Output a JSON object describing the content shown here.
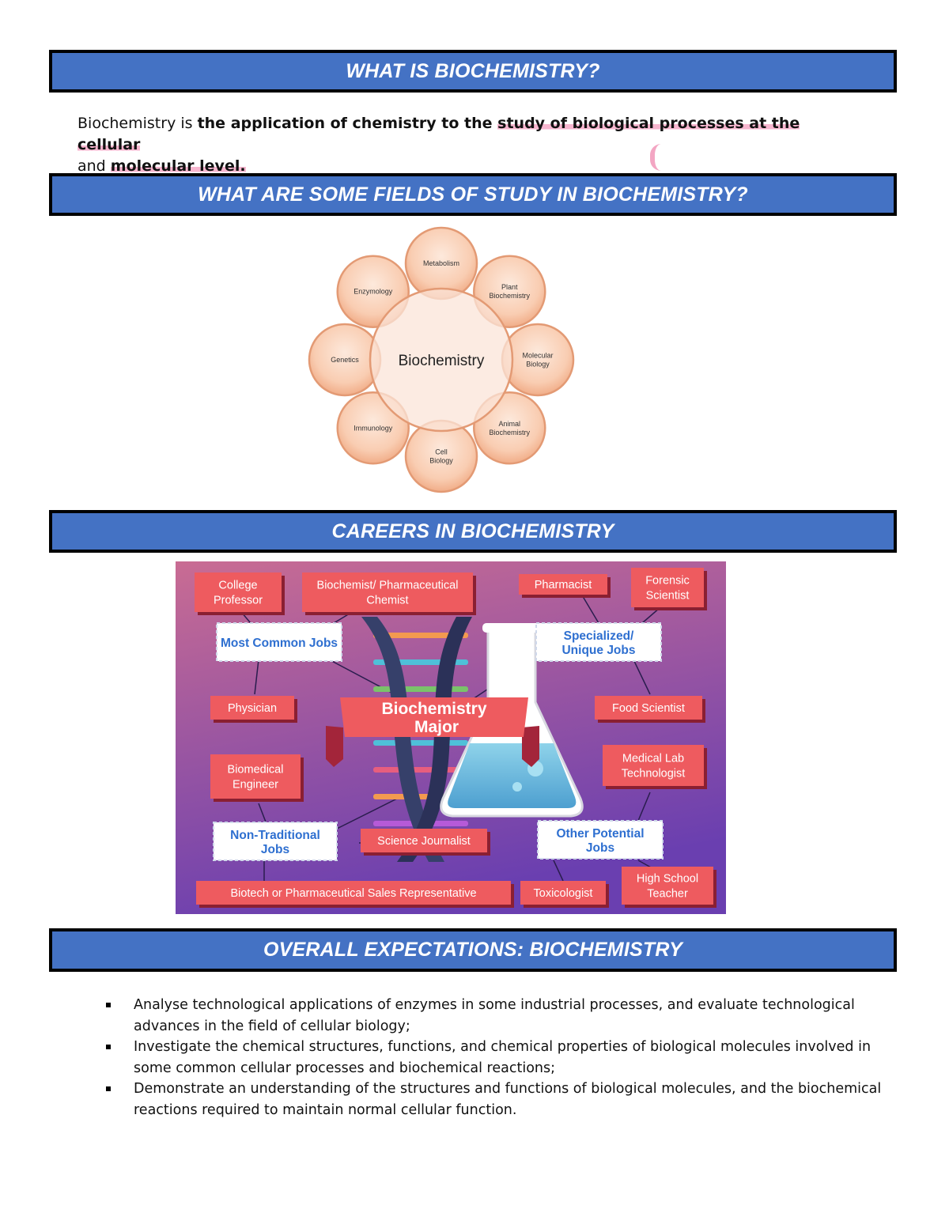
{
  "sections": {
    "what_is": "WHAT IS BIOCHEMISTRY?",
    "fields": "WHAT ARE SOME FIELDS OF STUDY IN BIOCHEMISTRY?",
    "careers": "CAREERS IN BIOCHEMISTRY",
    "expectations": "OVERALL EXPECTATIONS: BIOCHEMISTRY"
  },
  "intro": {
    "part1": "Biochemistry is ",
    "part2": "the application of chemistry to the ",
    "part3": "study of biological processes at the cellular",
    "part4": "and ",
    "part5": "molecular level."
  },
  "fields_diagram": {
    "center": "Biochemistry",
    "fields": [
      "Metabolism",
      "Plant Biochemistry",
      "Molecular Biology",
      "Animal Biochemistry",
      "Cell Biology",
      "Immunology",
      "Genetics",
      "Enzymology"
    ],
    "colors": {
      "circle_fill": "#f9cdb2",
      "circle_stroke": "#e39a74",
      "center_fill": "#fbe4d8"
    }
  },
  "careers_infographic": {
    "title_line1": "Biochemistry",
    "title_line2": "Major",
    "categories": [
      "Most Common Jobs",
      "Specialized/ Unique Jobs",
      "Non-Traditional Jobs",
      "Other Potential Jobs"
    ],
    "jobs": [
      "College Professor",
      "Biochemist/ Pharmaceutical Chemist",
      "Pharmacist",
      "Forensic Scientist",
      "Physician",
      "Food Scientist",
      "Biomedical Engineer",
      "Medical Lab Technologist",
      "Science Journalist",
      "Biotech or Pharmaceutical Sales Representative",
      "Toxicologist",
      "High School Teacher"
    ],
    "colors": {
      "bg_top": "#c96c93",
      "bg_bottom": "#6a3fb0",
      "tag": "#ee5b5f",
      "category_text": "#2e6fd0"
    }
  },
  "expectations": [
    "Analyse technological applications of enzymes in some industrial processes, and evaluate technological advances in the field of cellular biology;",
    "Investigate the chemical structures, functions, and chemical properties of biological molecules involved in some common cellular processes and biochemical reactions;",
    "Demonstrate an understanding of the structures and functions of biological molecules, and the biochemical reactions required to maintain normal cellular function."
  ],
  "colors": {
    "banner": "#4472c4",
    "highlight": "#f7b6cf"
  }
}
